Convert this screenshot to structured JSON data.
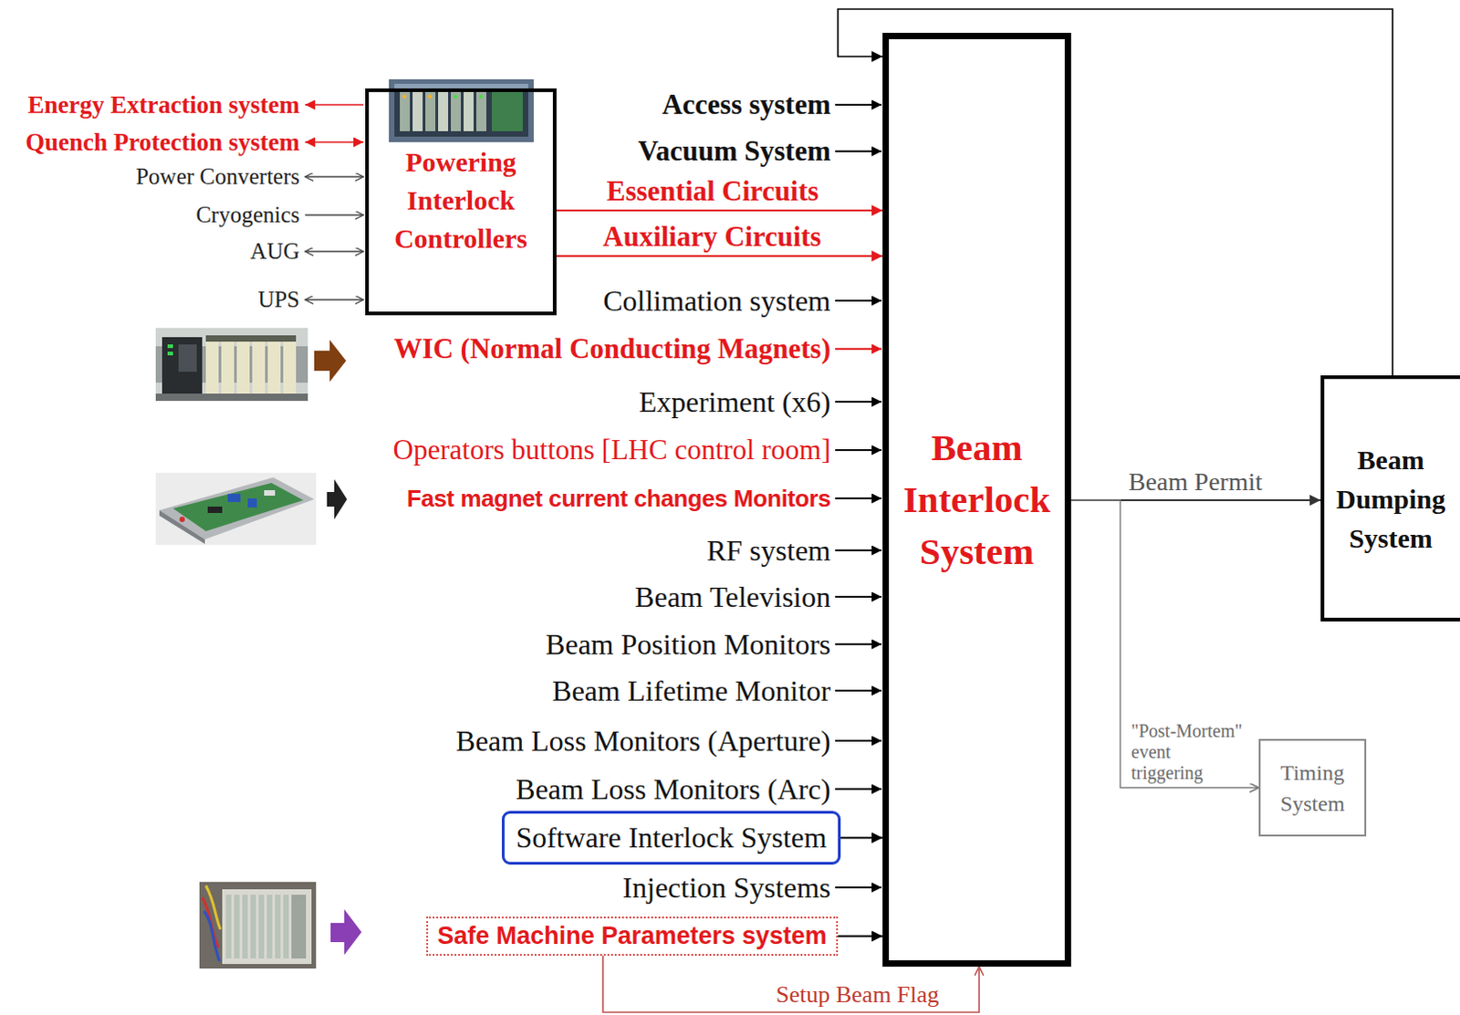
{
  "diagram": {
    "nodes": [
      {
        "text": [
          "Powering Interlock Controllers"
        ]
      },
      {
        "text": [
          "Beam Interlock System"
        ]
      },
      {
        "text": [
          "Beam Dumping System"
        ]
      },
      {
        "text": [
          "Timing System"
        ]
      },
      {
        "text": [
          "Software Interlock System"
        ]
      },
      {
        "text": [
          "Safe Machine Parameters system"
        ]
      }
    ],
    "edges": [
      {
        "from": 0,
        "to": 1,
        "arrow": "to",
        "label": "Essential Circuits"
      },
      {
        "from": 0,
        "to": 1,
        "arrow": "to",
        "label": "Auxiliary Circuits"
      },
      {
        "from": 2,
        "to": 1,
        "arrow": "to"
      },
      {
        "from": 1,
        "to": 2,
        "arrow": "to",
        "label": "Beam Permit"
      },
      {
        "from": 1,
        "to": 3,
        "arrow": "to",
        "label": "\"Post-Mortem\" event triggering"
      },
      {
        "from": 4,
        "to": 1,
        "arrow": "to"
      },
      {
        "from": 5,
        "to": 1,
        "arrow": "to"
      },
      {
        "from": 5,
        "to": 1,
        "arrow": "to",
        "label": "Setup Beam Flag"
      }
    ],
    "labels": [
      "Energy Extraction system",
      "Quench Protection system",
      "Power Converters",
      "Cryogenics",
      "AUG",
      "UPS",
      "Access system",
      "Vacuum System",
      "Collimation system",
      "WIC (Normal Conducting Magnets)",
      "Experiment (x6)",
      "Operators buttons [LHC control room]",
      "Fast magnet current changes Monitors",
      "RF system",
      "Beam Television",
      "Beam Position Monitors",
      "Beam Lifetime Monitor",
      "Beam Loss Monitors (Aperture)",
      "Beam Loss Monitors (Arc)",
      "Injection Systems"
    ]
  }
}
